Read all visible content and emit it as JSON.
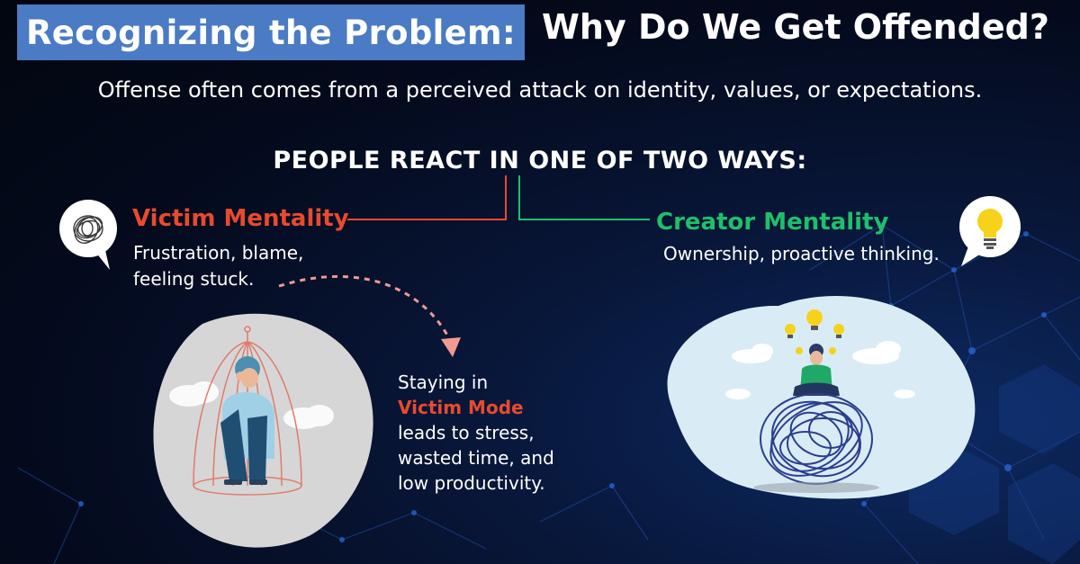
{
  "title": {
    "highlight": "Recognizing the Problem:",
    "rest": "Why Do We Get Offended?"
  },
  "subtitle": "Offense often comes from a perceived attack on identity, values, or expectations.",
  "reaction_heading": "PEOPLE REACT IN ONE OF TWO WAYS:",
  "victim": {
    "title": "Victim Mentality",
    "line1": "Frustration, blame,",
    "line2": "feeling stuck.",
    "color": "#e84a2e",
    "icon": "tangled-thought-bubble-icon"
  },
  "creator": {
    "title": "Creator Mentality",
    "description": "Ownership, proactive thinking.",
    "color": "#1fbf6a",
    "icon": "lightbulb-icon"
  },
  "consequence": {
    "line1": "Staying in",
    "mode": "Victim Mode",
    "line2": "leads to stress,",
    "line3": "wasted time, and",
    "line4": "low productivity."
  },
  "colors": {
    "title_badge": "#4a7bc4",
    "background": "#040a1c"
  }
}
